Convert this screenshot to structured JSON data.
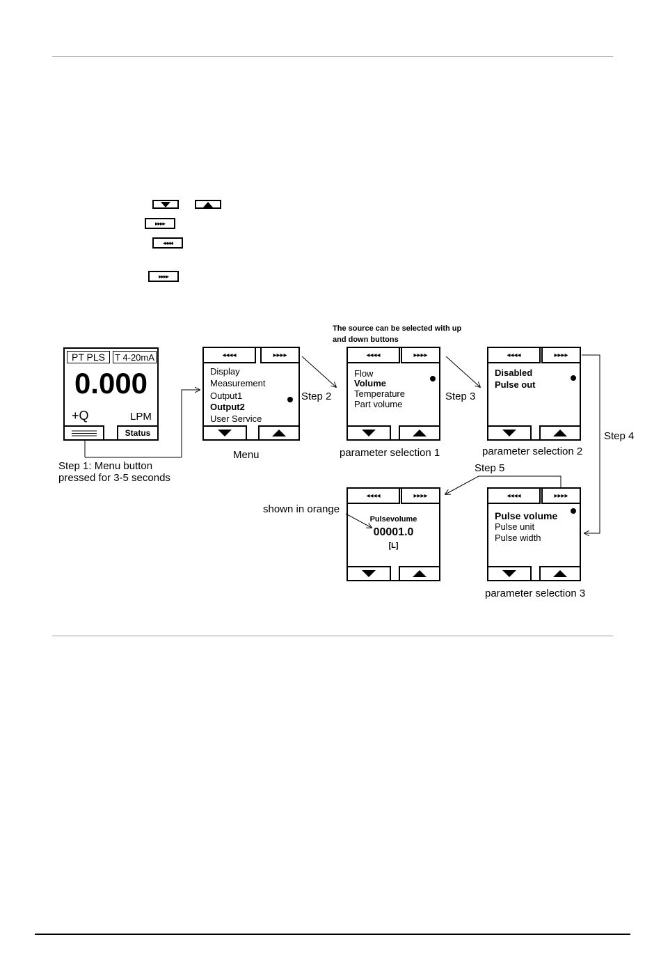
{
  "icons": {
    "down": "down-arrow-icon",
    "up": "up-arrow-icon",
    "right": "right-arrows-icon",
    "left": "left-arrows-icon",
    "menu": "menu-lines-icon",
    "dot": "selection-dot-icon"
  },
  "glyphs": {
    "left": "◂◂◂◂",
    "right": "▸▸▸▸"
  },
  "annotations": {
    "source_note_line1": "The source can be selected with up",
    "source_note_line2": "and down buttons",
    "step1_line1": "Step 1: Menu button",
    "step1_line2": "pressed for 3-5 seconds",
    "step2": "Step 2",
    "step3": "Step 3",
    "step4": "Step 4",
    "step5": "Step 5",
    "orange_note": "shown in orange"
  },
  "captions": {
    "menu": "Menu",
    "param1": "parameter selection 1",
    "param2": "parameter selection 2",
    "param3": "parameter selection 3"
  },
  "main_display": {
    "header_left": "PT PLS",
    "header_right": "T 4-20mA",
    "value": "0.000",
    "sign": "+Q",
    "unit": "LPM",
    "status_button": "Status"
  },
  "menu_screen": {
    "items": [
      "Display",
      "Measurement",
      "Output1",
      "Output2",
      "User Service"
    ]
  },
  "param1_screen": {
    "items": [
      "Flow",
      "Volume",
      "Temperature",
      "Part volume"
    ]
  },
  "param2_screen": {
    "items": [
      "Disabled",
      "Pulse out"
    ]
  },
  "param3_screen": {
    "items": [
      "Pulse volume",
      "Pulse unit",
      "Pulse width"
    ]
  },
  "pulse_screen": {
    "label": "Pulsevolume",
    "value": "00001.0",
    "unit": "[L]"
  }
}
